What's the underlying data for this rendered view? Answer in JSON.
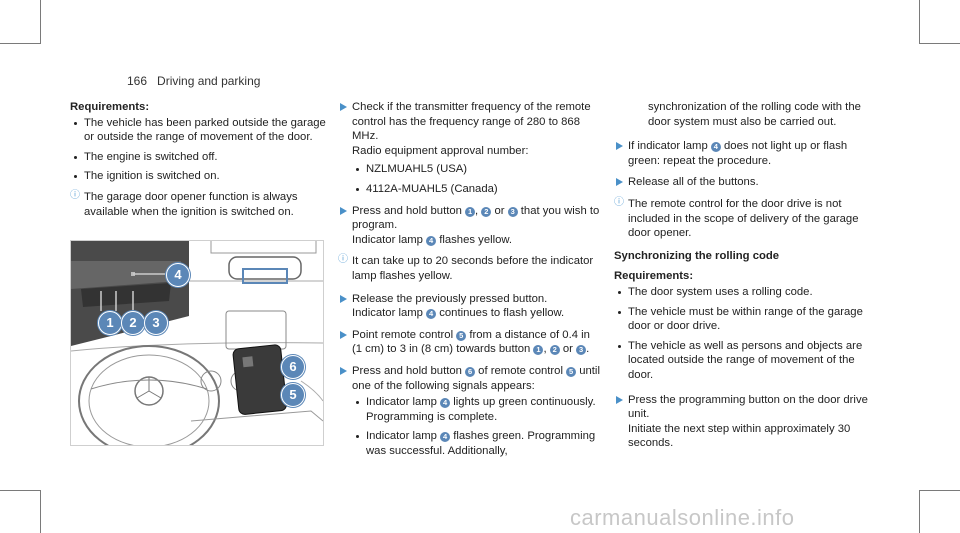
{
  "header": {
    "page_number": "166",
    "section": "Driving and parking"
  },
  "col1": {
    "req_heading": "Requirements:",
    "req_items": [
      "The vehicle has been parked outside the garage or outside the range of movement of the door.",
      "The engine is switched off.",
      "The ignition is switched on."
    ],
    "note": "The garage door opener function is always available when the ignition is switched on."
  },
  "figure": {
    "callouts": [
      "4",
      "1",
      "2",
      "3",
      "6",
      "5"
    ]
  },
  "col2": {
    "s1_a": "Check if the transmitter frequency of the remote control has the frequency range of 280 to 868 MHz.",
    "s1_b": "Radio equipment approval number:",
    "s1_items": [
      "NZLMUAHL5 (USA)",
      "4112A-MUAHL5 (Canada)"
    ],
    "s2_a": "Press and hold button ",
    "n1": "1",
    "n2": "2",
    "n3": "3",
    "n4": "4",
    "n5": "5",
    "n6": "6",
    "s2_sep1": ", ",
    "s2_sep2": " or ",
    "s2_b": " that you wish to program.",
    "s2_c": "Indicator lamp ",
    "s2_d": " flashes yellow.",
    "note": "It can take up to 20 seconds before the indicator lamp flashes yellow.",
    "s3_a": "Release the previously pressed button.",
    "s3_b": "Indicator lamp ",
    "s3_c": " continues to flash yellow.",
    "s4_a": "Point remote control ",
    "s4_b": " from a distance of 0.4 in (1 cm) to 3 in (8 cm) towards button ",
    "s4_sep1": ", ",
    "s4_sep2": " or ",
    "s4_end": ".",
    "s5_a": "Press and hold button ",
    "s5_b": " of remote control ",
    "s5_c": " until one of the following signals appears:",
    "s5_i1_a": "Indicator lamp ",
    "s5_i1_b": " lights up green continuously. Programming is complete.",
    "s5_i2_a": "Indicator lamp ",
    "s5_i2_b": " flashes green. Programming was successful. Additionally,"
  },
  "col3": {
    "cont": "synchronization of the rolling code with the door system must also be carried out.",
    "s6_a": "If indicator lamp ",
    "s6_b": " does not light up or flash green: repeat the procedure.",
    "s7": "Release all of the buttons.",
    "note": "The remote control for the door drive is not included in the scope of delivery of the garage door opener.",
    "sync_heading": "Synchronizing the rolling code",
    "req_heading": "Requirements:",
    "req_items": [
      "The door system uses a rolling code.",
      "The vehicle must be within range of the garage door or door drive.",
      "The vehicle as well as persons and objects are located outside the range of movement of the door."
    ],
    "s8_a": "Press the programming button on the door drive unit.",
    "s8_b": "Initiate the next step within approximately 30 seconds."
  },
  "watermark": "carmanualsonline.info"
}
